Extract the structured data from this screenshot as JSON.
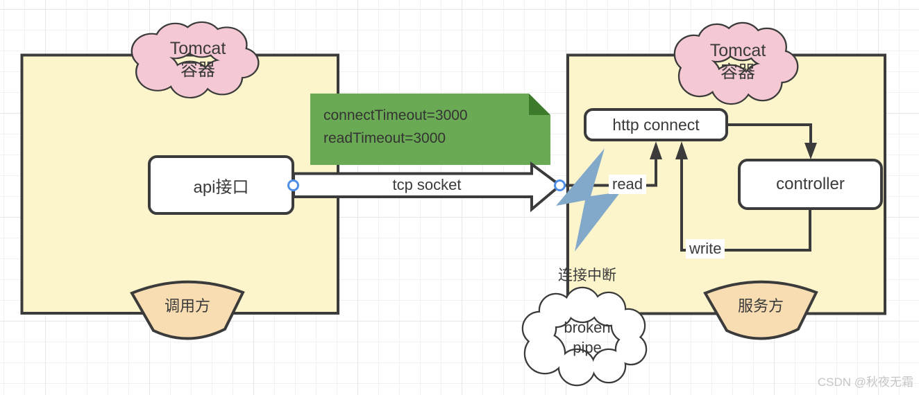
{
  "diagram": {
    "left_container": {
      "cloud": {
        "line1": "Tomcat",
        "line2": "容器"
      },
      "api_box_label": "api接口",
      "role_fan_label": "调用方"
    },
    "right_container": {
      "cloud": {
        "line1": "Tomcat",
        "line2": "容器"
      },
      "http_connect_label": "http connect",
      "controller_label": "controller",
      "read_label": "read",
      "write_label": "write",
      "role_fan_label": "服务方"
    },
    "timeout_note": {
      "line1": "connectTimeout=3000",
      "line2": "readTimeout=3000"
    },
    "tcp_arrow": {
      "label": "tcp socket"
    },
    "failure": {
      "interrupt_label": "连接中断",
      "cloud_line1": "broken",
      "cloud_line2": "pipe"
    }
  },
  "watermark": "CSDN @秋夜无霜",
  "colors": {
    "container_fill": "#fcf5cc",
    "container_stroke": "#3b3b3b",
    "cloud_pink": "#f5c9d3",
    "fan_orange": "#f8dcb2",
    "note_green": "#6baa54",
    "note_fold_green": "#3d7a2c",
    "lightning_blue": "#82a9c9",
    "endpoint_ring_blue": "#4d8fe8",
    "shape_white": "#ffffff",
    "text_dark": "#3a3a3a",
    "watermark_gray": "#c5c5c5"
  }
}
